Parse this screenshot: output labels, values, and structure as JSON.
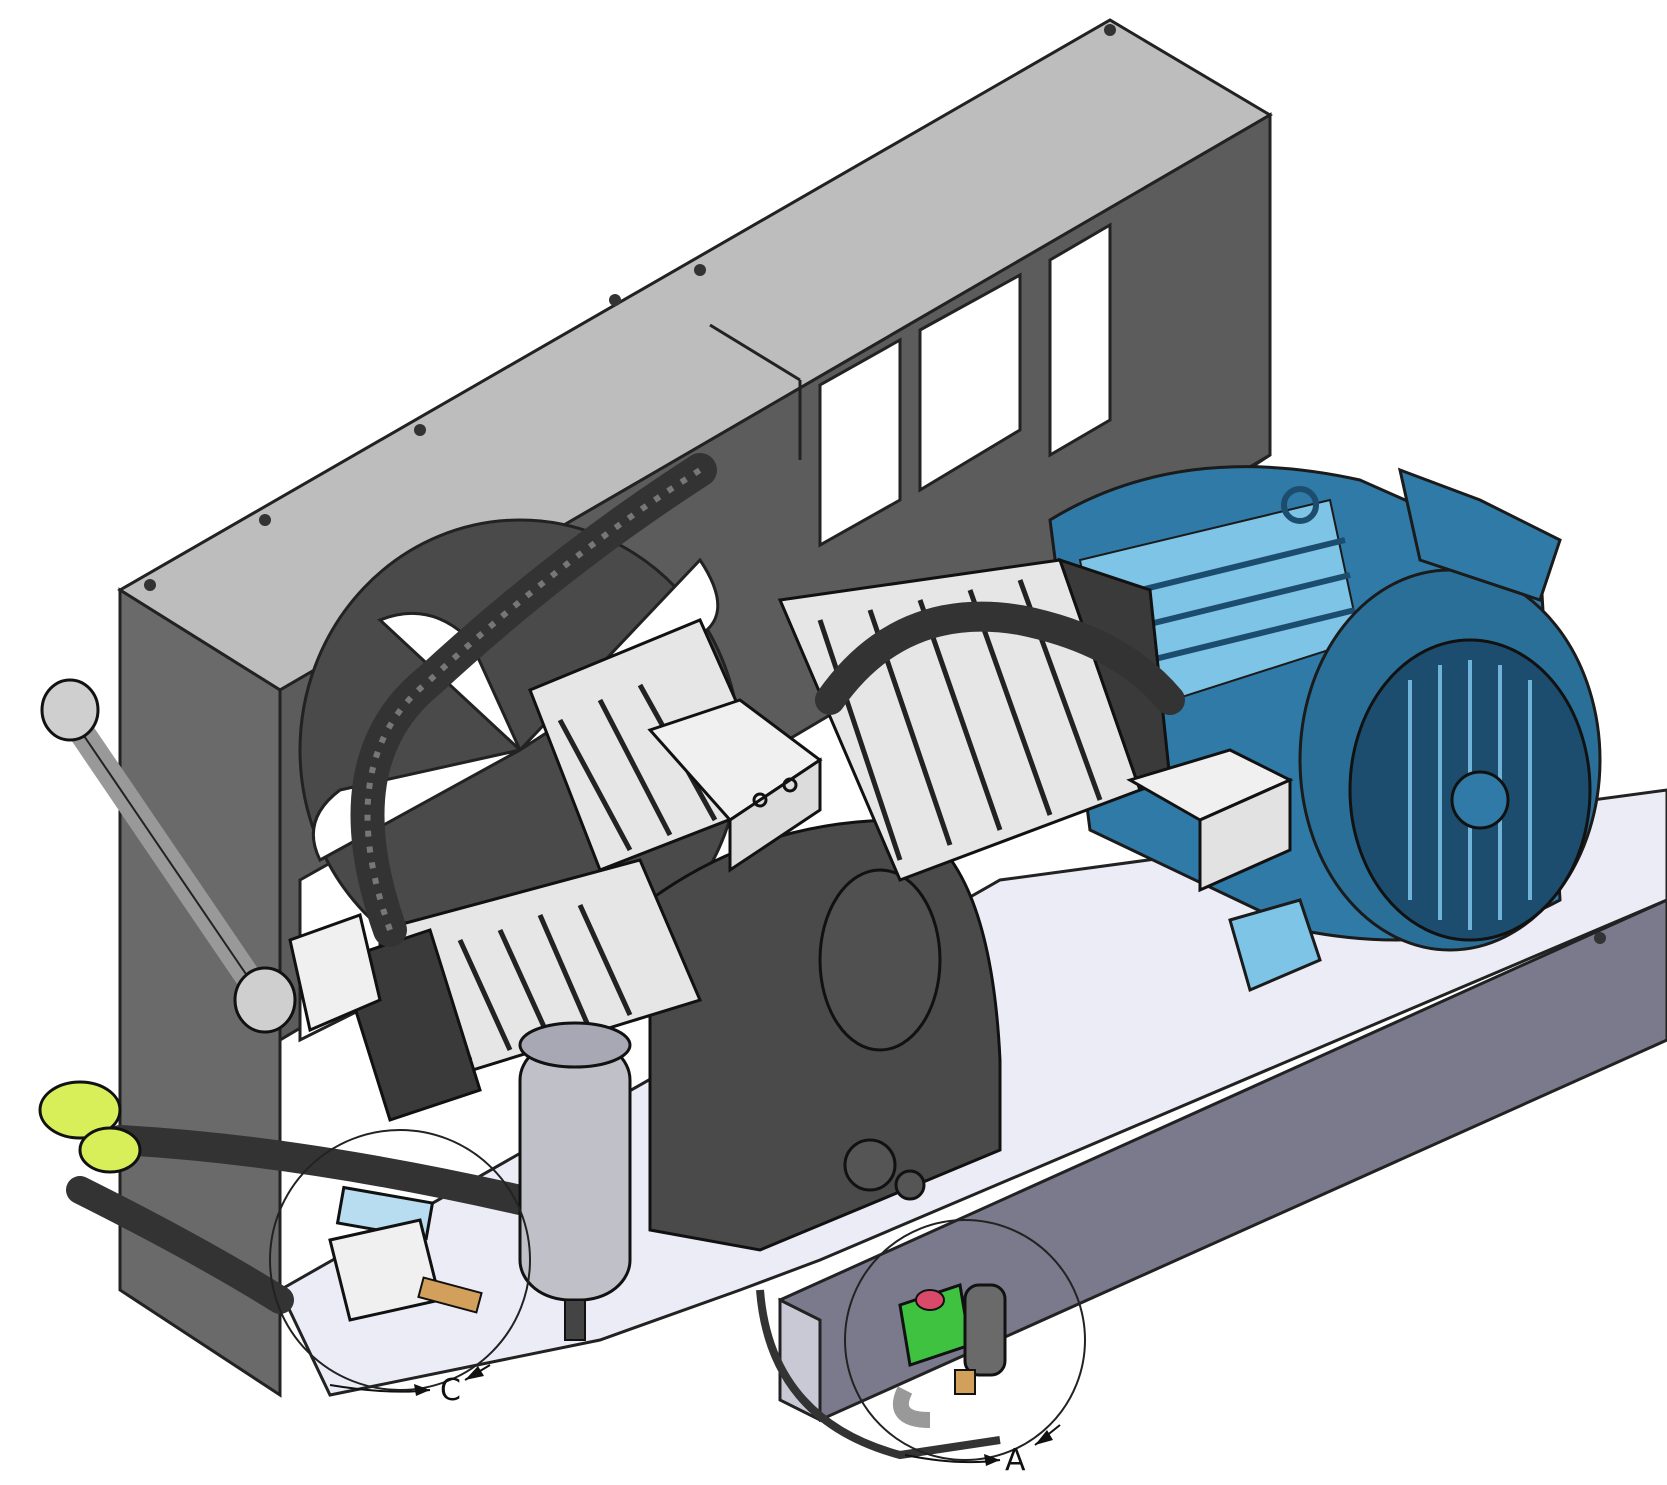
{
  "drawing": {
    "callouts": [
      {
        "id": "detail-c",
        "label": "C"
      },
      {
        "id": "detail-a",
        "label": "A"
      }
    ]
  },
  "colors": {
    "frame_light": "#b9b9b9",
    "frame_dark": "#6c6c6c",
    "motor": "#2f7aa6",
    "motor_dark": "#1c4d6e",
    "motor_light": "#7ec4e6",
    "compressor": "#444444",
    "fins": "#e6e6e6",
    "base": "#ececf6",
    "base_edge": "#9a9aa8",
    "block": "#f0f0f0",
    "hose": "#333333",
    "fitting_yellow": "#d9ef5a",
    "fitting_light_blue": "#b8dcf0",
    "solenoid_green": "#3fc23f",
    "brass": "#d2a05a"
  }
}
